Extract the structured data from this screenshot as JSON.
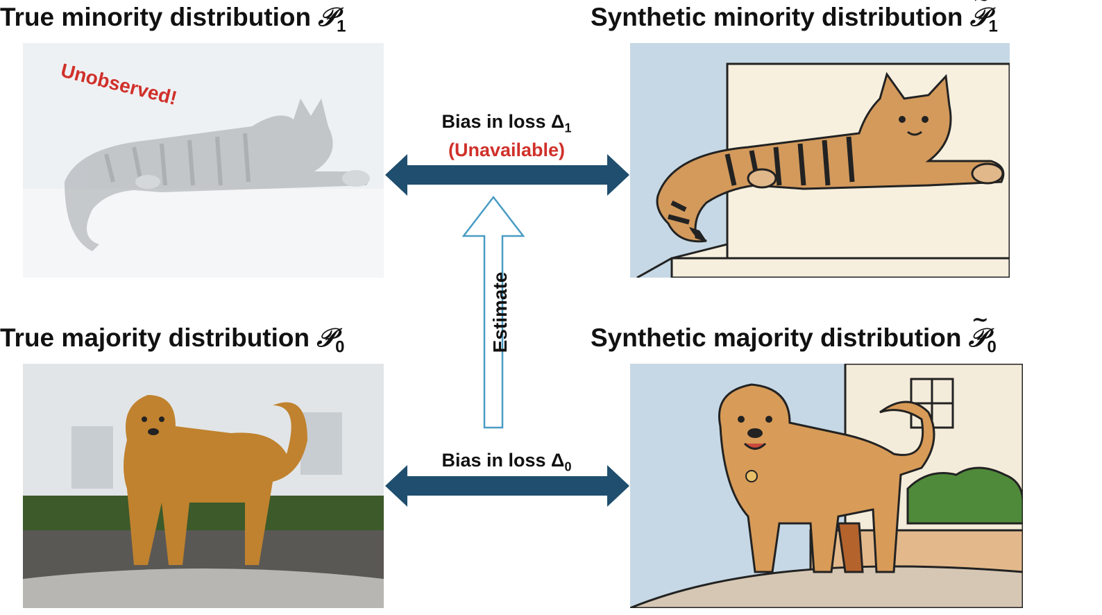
{
  "top_left": {
    "title_text": "True minority distribution ",
    "symbol": "𝒫",
    "subscript": "1",
    "stamp": "Unobserved!"
  },
  "top_right": {
    "title_text": "Synthetic minority distribution ",
    "symbol": "𝒫",
    "subscript": "1"
  },
  "bottom_left": {
    "title_text": "True majority distribution ",
    "symbol": "𝒫",
    "subscript": "0"
  },
  "bottom_right": {
    "title_text": "Synthetic majority distribution ",
    "symbol": "𝒫",
    "subscript": "0"
  },
  "top_arrow": {
    "label": "Bias in loss Δ",
    "subscript": "1",
    "note": "(Unavailable)"
  },
  "bottom_arrow": {
    "label": "Bias in loss Δ",
    "subscript": "0"
  },
  "estimate_arrow": {
    "label": "Estimate"
  },
  "colors": {
    "arrow_fill": "#1f4e6e",
    "estimate_outline": "#4a9cc4",
    "red_text": "#d0302a"
  }
}
